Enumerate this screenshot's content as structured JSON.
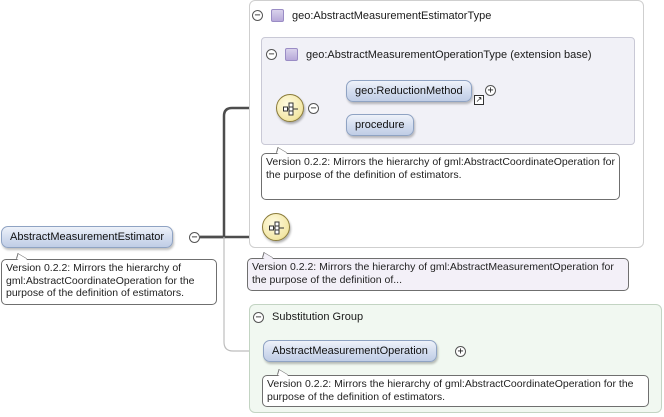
{
  "root": {
    "element_name": "AbstractMeasurementEstimator",
    "annotation": "Version 0.2.2: Mirrors the hierarchy of gml:AbstractCoordinateOperation for the purpose of the definition of estimators.",
    "toggle_symbol": "−"
  },
  "type_box": {
    "title": "geo:AbstractMeasurementEstimatorType",
    "toggle_symbol": "−",
    "annotation": "Version 0.2.2: Mirrors the hierarchy of gml:AbstractMeasurementOperation for the purpose of the definition of...",
    "base_type": {
      "title": "geo:AbstractMeasurementOperationType (extension base)",
      "toggle_symbol": "−",
      "annotation": "Version 0.2.2: Mirrors the hierarchy of gml:AbstractCoordinateOperation for the purpose of the definition of estimators.",
      "sequence_toggle_symbol": "−",
      "elements": [
        {
          "name": "geo:ReductionMethod",
          "toggle_symbol": "+",
          "ref_symbol": "↗"
        },
        {
          "name": "procedure"
        }
      ]
    }
  },
  "substitution_group": {
    "title": "Substitution Group",
    "toggle_symbol": "−",
    "member": {
      "name": "AbstractMeasurementOperation",
      "toggle_symbol": "+",
      "annotation": "Version 0.2.2: Mirrors the hierarchy of gml:AbstractCoordinateOperation for the purpose of the definition of estimators."
    }
  },
  "colors": {
    "pill_border": "#8fa3c3",
    "compositor_fill": "#f3e7a6",
    "type_icon": "#b7a9d9",
    "substitution_fill": "#f1f8f1"
  }
}
